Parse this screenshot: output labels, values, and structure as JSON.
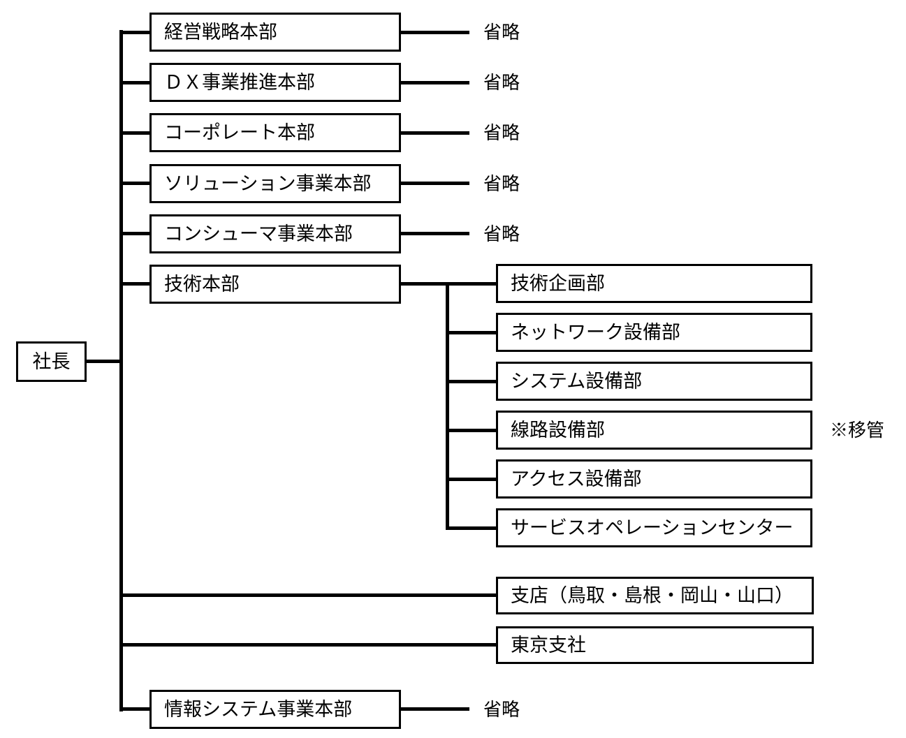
{
  "org": {
    "president": "社長",
    "main_units": [
      {
        "label": "経営戦略本部",
        "note": "省略"
      },
      {
        "label": "ＤＸ事業推進本部",
        "note": "省略"
      },
      {
        "label": "コーポレート本部",
        "note": "省略"
      },
      {
        "label": "ソリューション事業本部",
        "note": "省略"
      },
      {
        "label": "コンシューマ事業本部",
        "note": "省略"
      },
      {
        "label": "技術本部"
      }
    ],
    "tech_departments": [
      {
        "label": "技術企画部"
      },
      {
        "label": "ネットワーク設備部"
      },
      {
        "label": "システム設備部"
      },
      {
        "label": "線路設備部",
        "annotation": "※移管"
      },
      {
        "label": "アクセス設備部"
      },
      {
        "label": "サービスオペレーションセンター"
      }
    ],
    "regional_units": [
      {
        "label": "支店（鳥取・島根・岡山・山口）"
      },
      {
        "label": "東京支社"
      }
    ],
    "bottom_unit": {
      "label": "情報システム事業本部",
      "note": "省略"
    }
  }
}
